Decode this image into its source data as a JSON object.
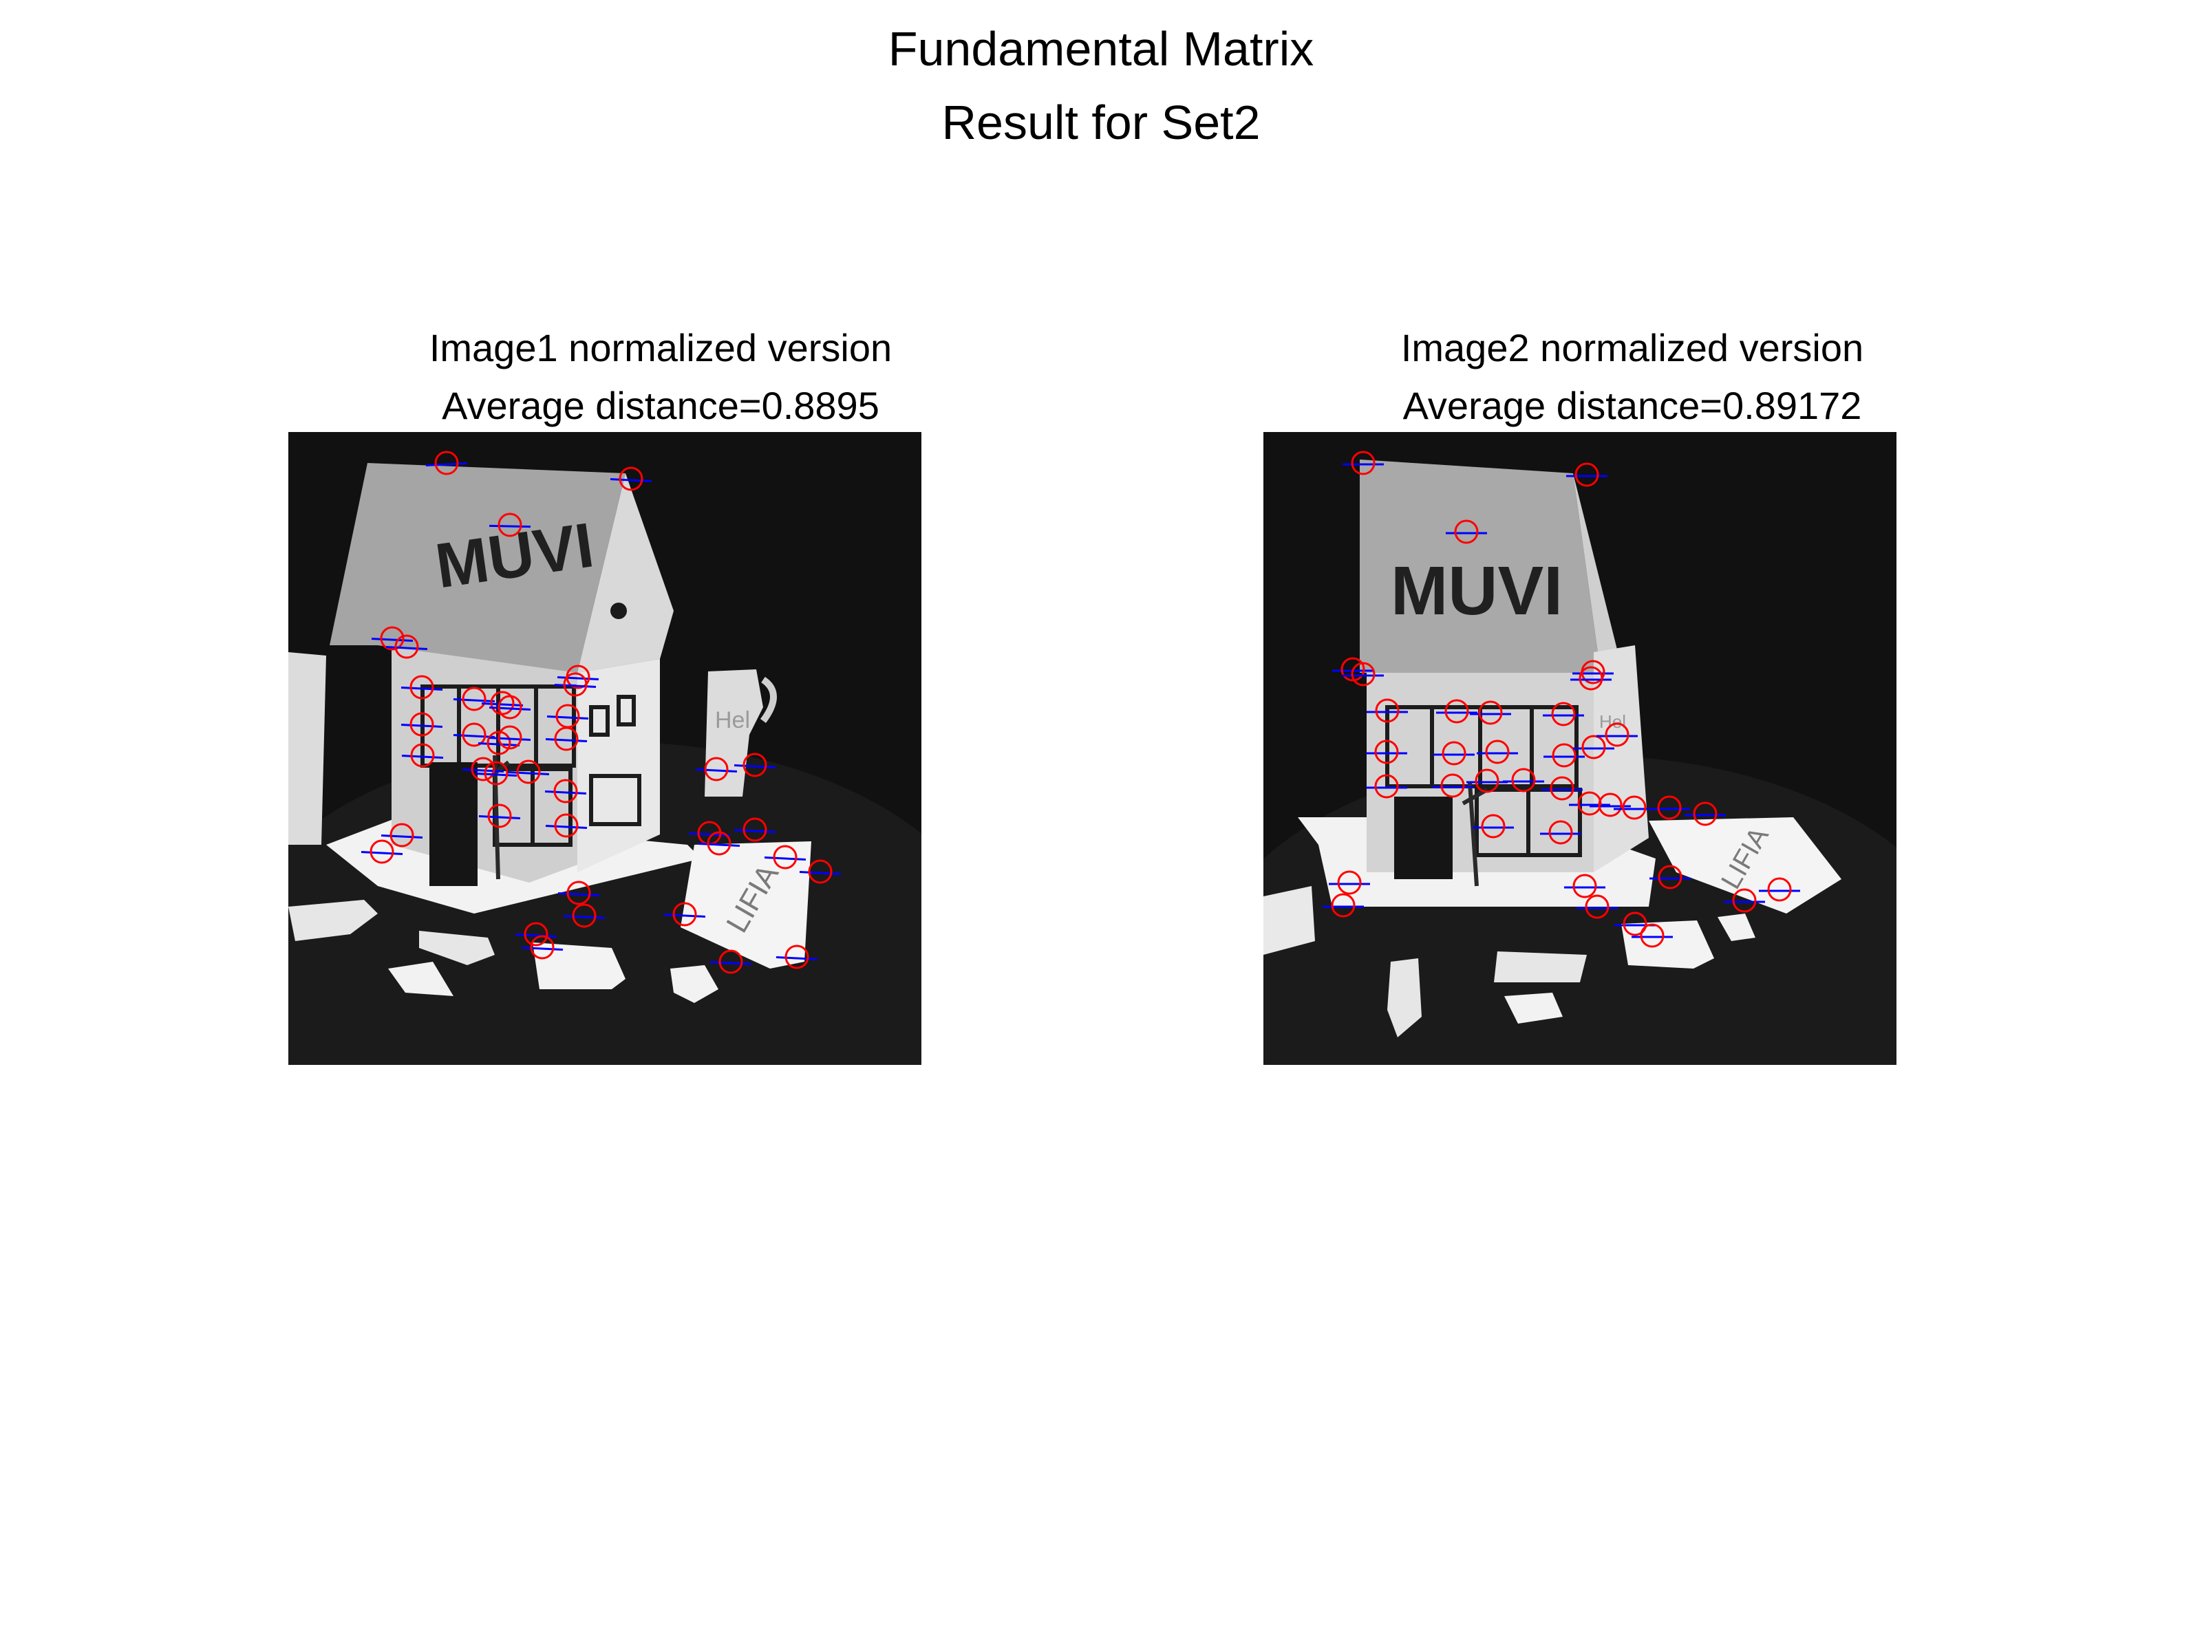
{
  "figure": {
    "suptitle_line1": "Fundamental Matrix",
    "suptitle_line2": "Result for Set2"
  },
  "panels": [
    {
      "title_line1": "Image1 normalized version",
      "title_line2": "Average distance=0.8895",
      "sign_text": "MUVI",
      "cup_text": "Hel",
      "paper_text": "LIFIA"
    },
    {
      "title_line1": "Image2 normalized version",
      "title_line2": "Average distance=0.89172",
      "sign_text": "MUVI",
      "cup_text": "Hel",
      "paper_text": "LIFIA"
    }
  ],
  "colors": {
    "marker_circle": "#ff0000",
    "epipolar_line": "#0000ff",
    "background": "#ffffff",
    "image_dark": "#101010"
  }
}
